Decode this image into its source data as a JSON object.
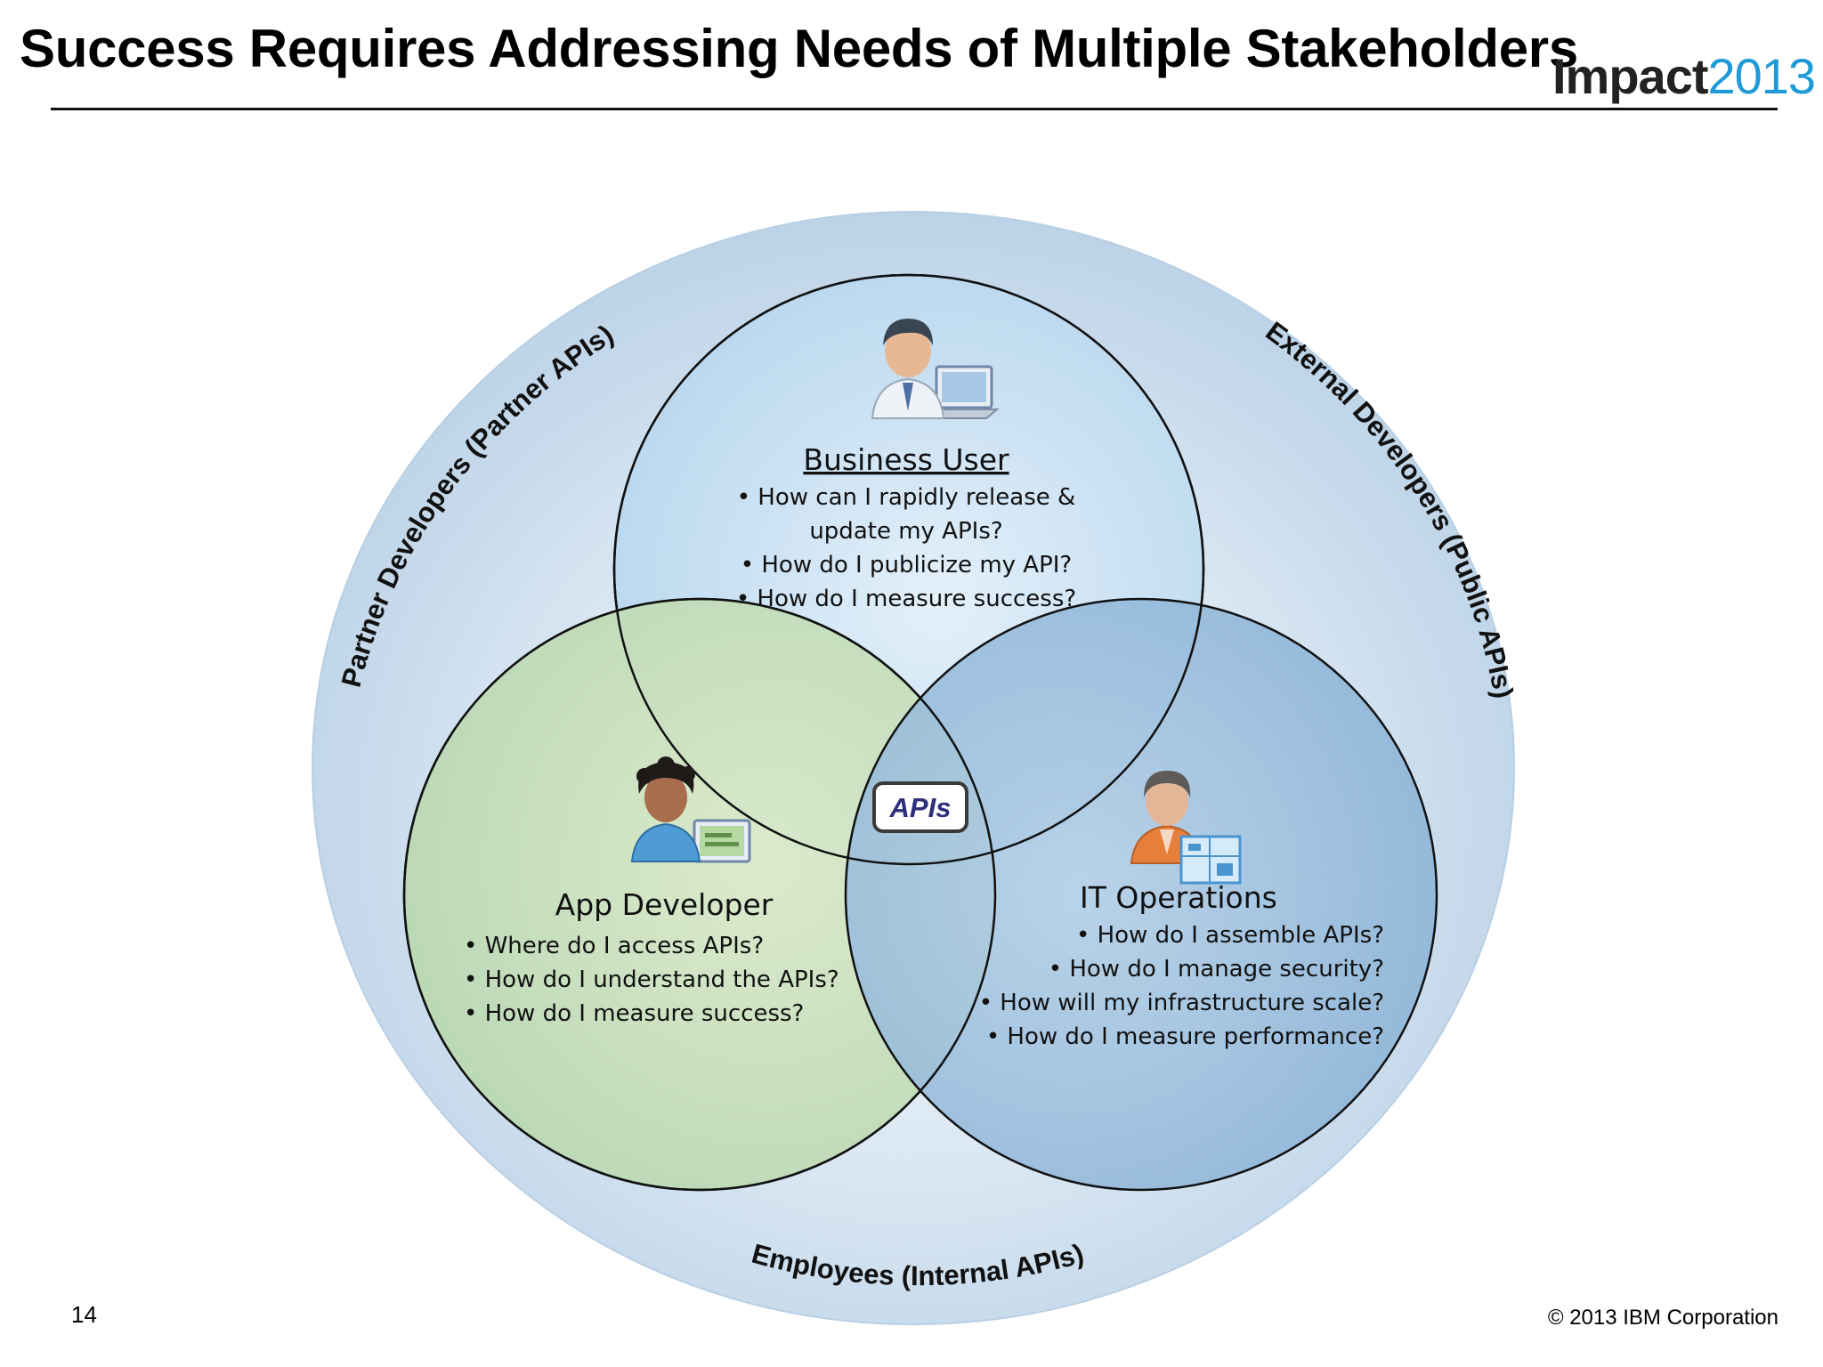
{
  "slide": {
    "title": "Success Requires Addressing Needs of Multiple Stakeholders",
    "logo_word": "Impact",
    "logo_year": "2013",
    "page_number": "14",
    "copyright": "© 2013 IBM Corporation"
  },
  "outer_ring": {
    "top_left_label": "Partner Developers (Partner APIs)",
    "top_right_label": "External Developers (Public APIs)",
    "bottom_label": "Employees (Internal APIs)"
  },
  "center_badge": "APIs",
  "business_user": {
    "title": "Business User",
    "lines": [
      "• How can I rapidly release &",
      "update my APIs?",
      "• How do I publicize my API?",
      "• How do I measure success?"
    ]
  },
  "app_developer": {
    "title": "App Developer",
    "lines": [
      "• Where do I access APIs?",
      "• How do I understand the APIs?",
      "• How do I measure success?"
    ]
  },
  "it_operations": {
    "title": "IT Operations",
    "lines": [
      "• How do I assemble APIs?",
      "• How do I manage security?",
      "• How will my infrastructure scale?",
      "• How do I measure performance?"
    ]
  },
  "colors": {
    "outer_ring": "#c6d9ea",
    "business_circle": "#cfe5f5",
    "developer_circle": "#c9e0bd",
    "operations_circle": "#9fc1de",
    "logo_accent": "#1e9bd7",
    "badge_text": "#2d2f7a"
  },
  "icons": [
    "business-user-icon",
    "app-developer-icon",
    "it-operations-icon"
  ]
}
